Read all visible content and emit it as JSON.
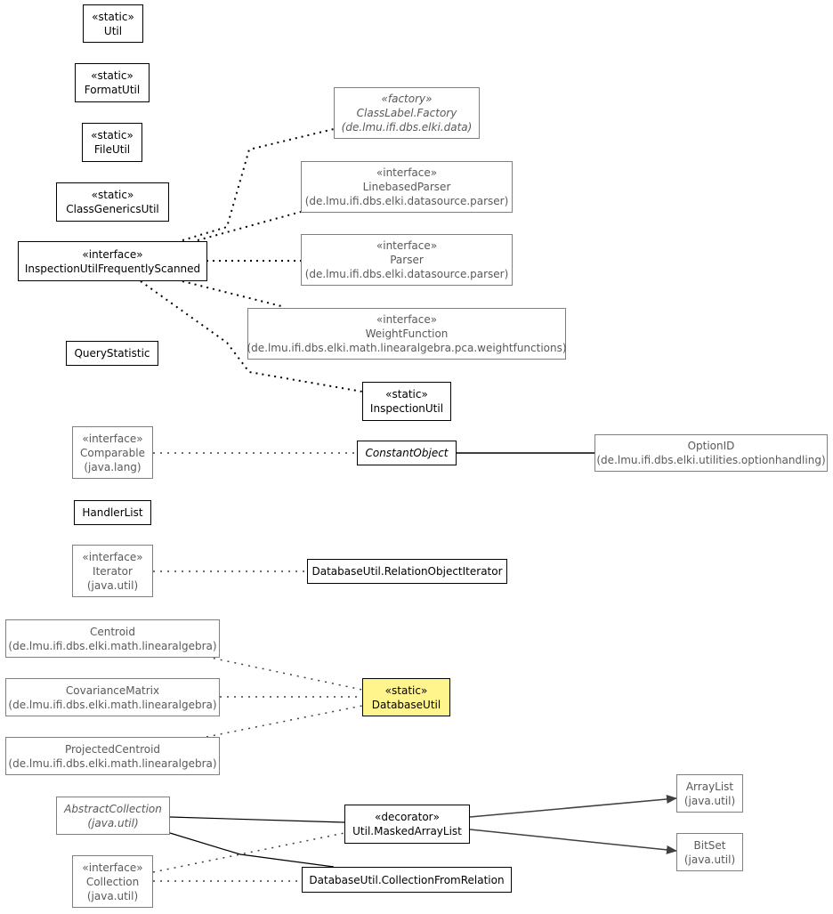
{
  "nodes": {
    "util": {
      "stereotype": "«static»",
      "name": "Util"
    },
    "formatutil": {
      "stereotype": "«static»",
      "name": "FormatUtil"
    },
    "fileutil": {
      "stereotype": "«static»",
      "name": "FileUtil"
    },
    "classgenericsutil": {
      "stereotype": "«static»",
      "name": "ClassGenericsUtil"
    },
    "inspectionutilfrequentlyscanned": {
      "stereotype": "«interface»",
      "name": "InspectionUtilFrequentlyScanned"
    },
    "querystatistic": {
      "name": "QueryStatistic"
    },
    "classlabel_factory": {
      "stereotype": "«factory»",
      "name": "ClassLabel.Factory",
      "package": "(de.lmu.ifi.dbs.elki.data)"
    },
    "linebasedparser": {
      "stereotype": "«interface»",
      "name": "LinebasedParser",
      "package": "(de.lmu.ifi.dbs.elki.datasource.parser)"
    },
    "parser": {
      "stereotype": "«interface»",
      "name": "Parser",
      "package": "(de.lmu.ifi.dbs.elki.datasource.parser)"
    },
    "weightfunction": {
      "stereotype": "«interface»",
      "name": "WeightFunction",
      "package": "(de.lmu.ifi.dbs.elki.math.linearalgebra.pca.weightfunctions)"
    },
    "inspectionutil": {
      "stereotype": "«static»",
      "name": "InspectionUtil"
    },
    "comparable": {
      "stereotype": "«interface»",
      "name": "Comparable",
      "package": "(java.lang)"
    },
    "constantobject": {
      "name": "ConstantObject"
    },
    "optionid": {
      "name": "OptionID",
      "package": "(de.lmu.ifi.dbs.elki.utilities.optionhandling)"
    },
    "handlerlist": {
      "name": "HandlerList"
    },
    "iterator": {
      "stereotype": "«interface»",
      "name": "Iterator",
      "package": "(java.util)"
    },
    "relationobjectiterator": {
      "name": "DatabaseUtil.RelationObjectIterator"
    },
    "centroid": {
      "name": "Centroid",
      "package": "(de.lmu.ifi.dbs.elki.math.linearalgebra)"
    },
    "covariancematrix": {
      "name": "CovarianceMatrix",
      "package": "(de.lmu.ifi.dbs.elki.math.linearalgebra)"
    },
    "projectedcentroid": {
      "name": "ProjectedCentroid",
      "package": "(de.lmu.ifi.dbs.elki.math.linearalgebra)"
    },
    "databaseutil": {
      "stereotype": "«static»",
      "name": "DatabaseUtil"
    },
    "abstractcollection": {
      "name": "AbstractCollection",
      "package": "(java.util)"
    },
    "collection": {
      "stereotype": "«interface»",
      "name": "Collection",
      "package": "(java.util)"
    },
    "maskedarraylist": {
      "stereotype": "«decorator»",
      "name": "Util.MaskedArrayList"
    },
    "collectionfromrelation": {
      "name": "DatabaseUtil.CollectionFromRelation"
    },
    "arraylist": {
      "name": "ArrayList",
      "package": "(java.util)"
    },
    "bitset": {
      "name": "BitSet",
      "package": "(java.util)"
    }
  },
  "colors": {
    "highlight_fill": "#fff58c",
    "external_border": "#7f7f7f",
    "external_text": "#595959",
    "edge": "#000000",
    "arrow": "#404040"
  }
}
